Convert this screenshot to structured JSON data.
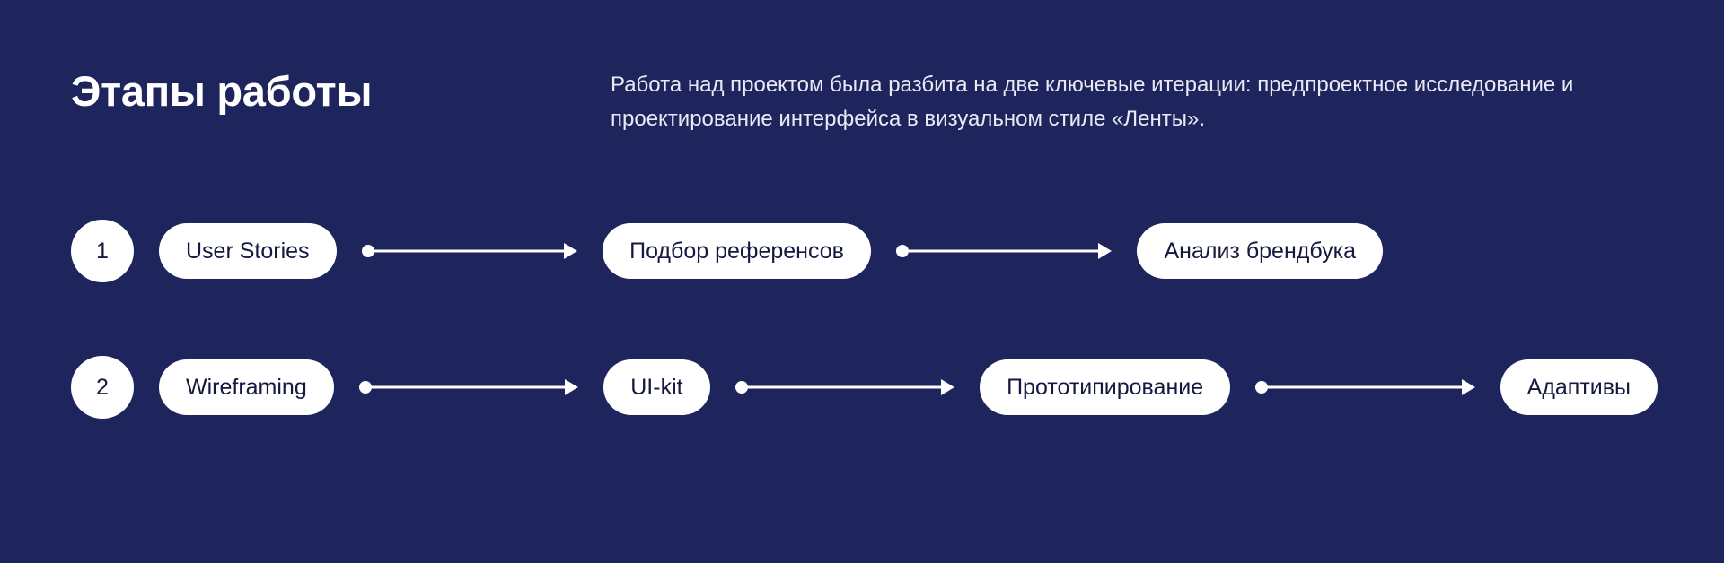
{
  "page": {
    "background_color": "#1e245c",
    "text_color": "#ffffff",
    "pill_background": "#ffffff",
    "pill_text_color": "#15193f"
  },
  "header": {
    "title": "Этапы работы",
    "description": "Работа над проектом была разбита на две ключевые итерации: предпроектное исследование и проектирование интерфейса в визуальном стиле «Ленты»."
  },
  "flow": {
    "rows": [
      {
        "number": "1",
        "steps": [
          {
            "label": "User Stories"
          },
          {
            "label": "Подбор референсов"
          },
          {
            "label": "Анализ брендбука"
          }
        ]
      },
      {
        "number": "2",
        "steps": [
          {
            "label": "Wireframing"
          },
          {
            "label": "UI-kit"
          },
          {
            "label": "Прототипирование"
          },
          {
            "label": "Адаптивы"
          }
        ]
      }
    ],
    "connector_icon": "arrow-right-icon",
    "connector_start_icon": "dot-icon"
  }
}
